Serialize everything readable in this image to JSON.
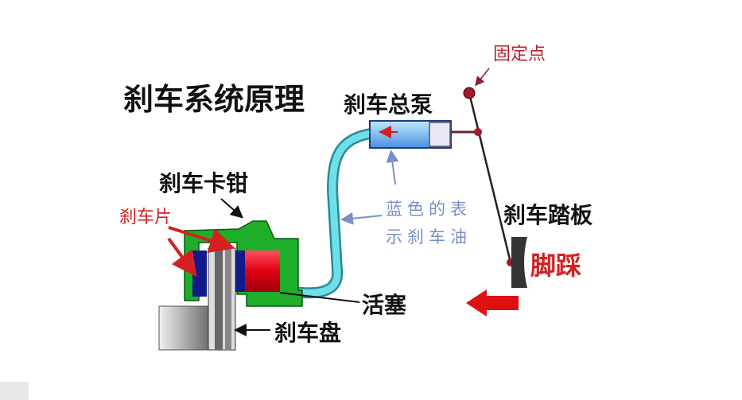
{
  "title": "刹车系统原理",
  "labels": {
    "master_cylinder": "刹车总泵",
    "fixed_point": "固定点",
    "caliper": "刹车卡钳",
    "brake_pad": "刹车片",
    "fluid_note_line1": "蓝色的表",
    "fluid_note_line2": "示刹车油",
    "pedal": "刹车踏板",
    "foot_press": "脚踩",
    "piston": "活塞",
    "disc": "刹车盘"
  },
  "colors": {
    "fluid": "#5fd6e0",
    "caliper": "#1fae2a",
    "piston": "#e01020",
    "pad": "#101a8a",
    "annotation_red": "#d42020",
    "annotation_blue": "#7a8fc8"
  }
}
